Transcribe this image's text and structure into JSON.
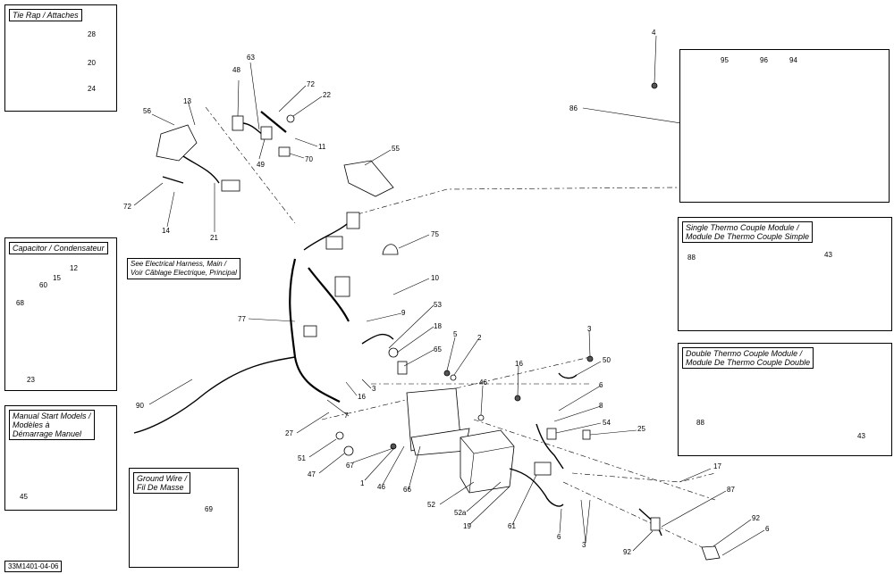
{
  "insets": {
    "tie_rap": {
      "title": "Tie Rap / Attaches",
      "callouts": [
        "28",
        "20",
        "24"
      ]
    },
    "capacitor": {
      "title": "Capacitor / Condensateur",
      "callouts": [
        "12",
        "15",
        "60",
        "68",
        "23"
      ]
    },
    "manual_start": {
      "title": "Manual Start Models /\nModèles à\nDémarrage Manuel",
      "callouts": [
        "45"
      ]
    },
    "ground_wire": {
      "title": "Ground Wire /\nFil De Masse",
      "callouts": [
        "69"
      ]
    },
    "gauge": {
      "callouts": [
        "4",
        "95",
        "96",
        "94",
        "86"
      ]
    },
    "single_thermo": {
      "title": "Single Thermo Couple Module /\nModule De Thermo Couple Simple",
      "callouts": [
        "88",
        "43"
      ]
    },
    "double_thermo": {
      "title": "Double Thermo Couple Module /\nModule De Thermo Couple Double",
      "callouts": [
        "88",
        "43"
      ]
    }
  },
  "harness_note": "See Electrical Harness, Main /\nVoir Câblage Electrique, Principal",
  "drawing_ref": "33M1401-04-06",
  "callouts": {
    "c63": "63",
    "c48": "48",
    "c72a": "72",
    "c22": "22",
    "c13": "13",
    "c56": "56",
    "c49": "49",
    "c11": "11",
    "c70": "70",
    "c55": "55",
    "c72b": "72",
    "c14": "14",
    "c21": "21",
    "c75": "75",
    "c10": "10",
    "c77": "77",
    "c9": "9",
    "c53": "53",
    "c18": "18",
    "c65": "65",
    "c5": "5",
    "c2": "2",
    "c3a": "3",
    "c50": "50",
    "c16a": "16",
    "c46a": "46",
    "c6a": "6",
    "c8": "8",
    "c54": "54",
    "c25": "25",
    "c90": "90",
    "c16b": "16",
    "c3b": "3",
    "c7": "7",
    "c27": "27",
    "c51": "51",
    "c67": "67",
    "c47": "47",
    "c1": "1",
    "c46b": "46",
    "c66": "66",
    "c52": "52",
    "c52a": "52a",
    "c19": "19",
    "c61": "61",
    "c6b": "6",
    "c3c": "3",
    "c17": "17",
    "c87": "87",
    "c92a": "92",
    "c92b": "92",
    "c6c": "6"
  }
}
